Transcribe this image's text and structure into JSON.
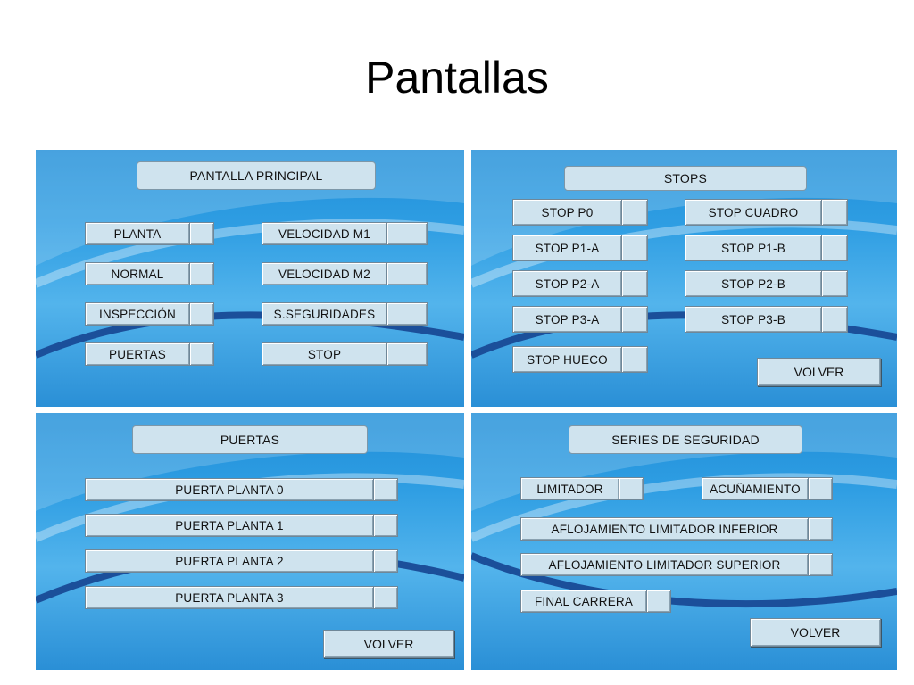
{
  "slide_title": "Pantallas",
  "panels": {
    "principal": {
      "header": "PANTALLA PRINCIPAL",
      "left": [
        "PLANTA",
        "NORMAL",
        "INSPECCIÓN",
        "PUERTAS"
      ],
      "right": [
        "VELOCIDAD M1",
        "VELOCIDAD M2",
        "S.SEGURIDADES",
        "STOP"
      ]
    },
    "stops": {
      "header": "STOPS",
      "left": [
        "STOP P0",
        "STOP P1-A",
        "STOP P2-A",
        "STOP P3-A",
        "STOP HUECO"
      ],
      "right": [
        "STOP CUADRO",
        "STOP P1-B",
        "STOP P2-B",
        "STOP P3-B"
      ],
      "back": "VOLVER"
    },
    "puertas": {
      "header": "PUERTAS",
      "items": [
        "PUERTA PLANTA 0",
        "PUERTA PLANTA 1",
        "PUERTA PLANTA 2",
        "PUERTA PLANTA 3"
      ],
      "back": "VOLVER"
    },
    "series": {
      "header": "SERIES DE SEGURIDAD",
      "limitador": "LIMITADOR",
      "acunamiento": "ACUÑAMIENTO",
      "afloj_inferior": "AFLOJAMIENTO LIMITADOR INFERIOR",
      "afloj_superior": "AFLOJAMIENTO LIMITADOR SUPERIOR",
      "final_carrera": "FINAL CARRERA",
      "back": "VOLVER"
    }
  }
}
